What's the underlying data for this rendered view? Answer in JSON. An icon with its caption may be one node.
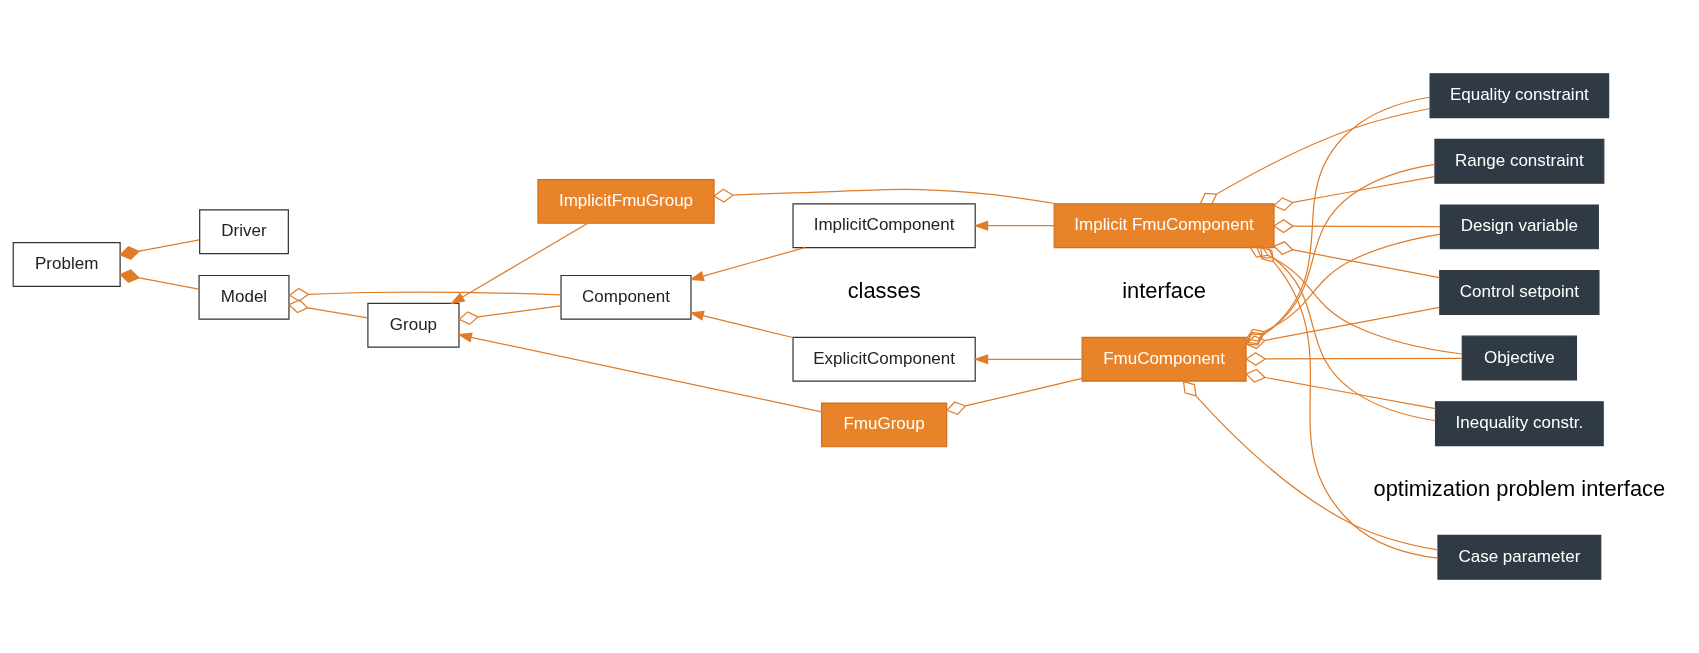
{
  "diagram": {
    "nodes": [
      {
        "text": [
          "Problem"
        ]
      },
      {
        "text": [
          "Driver"
        ]
      },
      {
        "text": [
          "Group"
        ]
      },
      {
        "text": [
          "Model"
        ]
      },
      {
        "text": [
          "Component"
        ]
      },
      {
        "text": [
          "ExplicitComponent"
        ]
      },
      {
        "text": [
          "ImplicitComponent"
        ]
      },
      {
        "text": [
          "FmuGroup"
        ]
      },
      {
        "text": [
          "ImplicitFmuGroup"
        ]
      },
      {
        "text": [
          "FmuComponent"
        ]
      },
      {
        "text": [
          "Implicit FmuComponent"
        ]
      },
      {
        "text": [
          "Case parameter"
        ]
      },
      {
        "text": [
          "Design variable"
        ]
      },
      {
        "text": [
          "Control setpoint"
        ]
      },
      {
        "text": [
          "Objective"
        ]
      },
      {
        "text": [
          "Inequality constr."
        ]
      },
      {
        "text": [
          "Equality constraint"
        ]
      },
      {
        "text": [
          "Range constraint"
        ]
      }
    ],
    "edges": [
      {
        "from": 1,
        "to": 0,
        "arrow": "other"
      },
      {
        "from": 3,
        "to": 0,
        "arrow": "other"
      },
      {
        "from": 2,
        "to": 3,
        "arrow": "other"
      },
      {
        "from": 4,
        "to": 3,
        "arrow": "other"
      },
      {
        "from": 4,
        "to": 2,
        "arrow": "other"
      },
      {
        "from": 5,
        "to": 4,
        "arrow": "to"
      },
      {
        "from": 6,
        "to": 4,
        "arrow": "to"
      },
      {
        "from": 7,
        "to": 2,
        "arrow": "to"
      },
      {
        "from": 8,
        "to": 2,
        "arrow": "to"
      },
      {
        "from": 9,
        "to": 7,
        "arrow": "other"
      },
      {
        "from": 10,
        "to": 8,
        "arrow": "other"
      },
      {
        "from": 9,
        "to": 5,
        "arrow": "to"
      },
      {
        "from": 10,
        "to": 6,
        "arrow": "to"
      },
      {
        "from": 11,
        "to": 9,
        "arrow": "other"
      },
      {
        "from": 12,
        "to": 9,
        "arrow": "other"
      },
      {
        "from": 13,
        "to": 9,
        "arrow": "other"
      },
      {
        "from": 14,
        "to": 9,
        "arrow": "other"
      },
      {
        "from": 15,
        "to": 9,
        "arrow": "other"
      },
      {
        "from": 16,
        "to": 9,
        "arrow": "other"
      },
      {
        "from": 17,
        "to": 9,
        "arrow": "other"
      },
      {
        "from": 11,
        "to": 10,
        "arrow": "other"
      },
      {
        "from": 12,
        "to": 10,
        "arrow": "other"
      },
      {
        "from": 13,
        "to": 10,
        "arrow": "other"
      },
      {
        "from": 14,
        "to": 10,
        "arrow": "other"
      },
      {
        "from": 15,
        "to": 10,
        "arrow": "other"
      },
      {
        "from": 16,
        "to": 10,
        "arrow": "other"
      },
      {
        "from": 17,
        "to": 10,
        "arrow": "other"
      }
    ],
    "labels": [
      "classes",
      "interface",
      "optimization problem interface"
    ]
  }
}
